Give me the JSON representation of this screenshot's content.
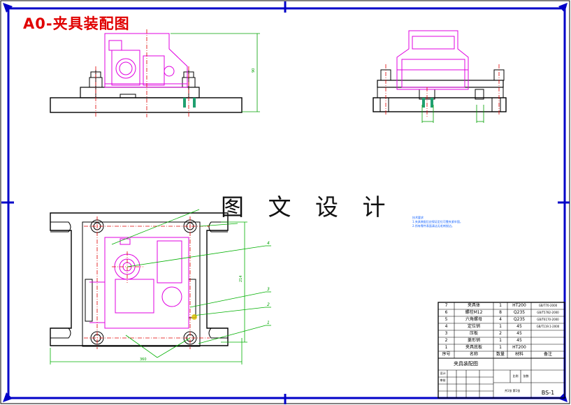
{
  "title": "A0-夹具装配图",
  "watermark": "图 文 设 计",
  "notes": {
    "heading": "技术要求",
    "line1": "1.夹具装配后应保证定位可靠夹紧牢固，",
    "line2": "2.所有零件表面清洁无毛刺锐边。"
  },
  "balloons": [
    "1",
    "2",
    "3",
    "4"
  ],
  "dimensions": {
    "height_side": "90",
    "width_top": "360",
    "height_top": "214"
  },
  "bom": {
    "rows": [
      {
        "no": "7",
        "name": "夹具体",
        "qty": "1",
        "material": "HT200",
        "remark": "GB/T70-2000"
      },
      {
        "no": "6",
        "name": "螺栓M12",
        "qty": "8",
        "material": "Q235",
        "remark": "GB/T5782-2000"
      },
      {
        "no": "5",
        "name": "六角螺母",
        "qty": "4",
        "material": "Q235",
        "remark": "GB/T6170-2000"
      },
      {
        "no": "4",
        "name": "定位销",
        "qty": "1",
        "material": "45",
        "remark": "GB/T119.1-2000"
      },
      {
        "no": "3",
        "name": "压板",
        "qty": "2",
        "material": "45",
        "remark": ""
      },
      {
        "no": "2",
        "name": "菱形销",
        "qty": "1",
        "material": "45",
        "remark": ""
      },
      {
        "no": "1",
        "name": "夹具底板",
        "qty": "1",
        "material": "HT200",
        "remark": ""
      }
    ],
    "header": {
      "no": "序号",
      "name": "名称",
      "qty": "数量",
      "material": "材料",
      "remark": "备注"
    },
    "drawing_name": "夹具装配图",
    "drawing_no": "BS-1",
    "labels": {
      "designer": "设计",
      "checker": "审核",
      "scale": "比例",
      "sheet": "张数",
      "school": "共1张 第1张"
    }
  },
  "colors": {
    "frame": "#0000c8",
    "part": "#e000e0",
    "centerline": "#e00000",
    "leader": "#00b000",
    "dim": "#00a000",
    "border": "#000000"
  }
}
